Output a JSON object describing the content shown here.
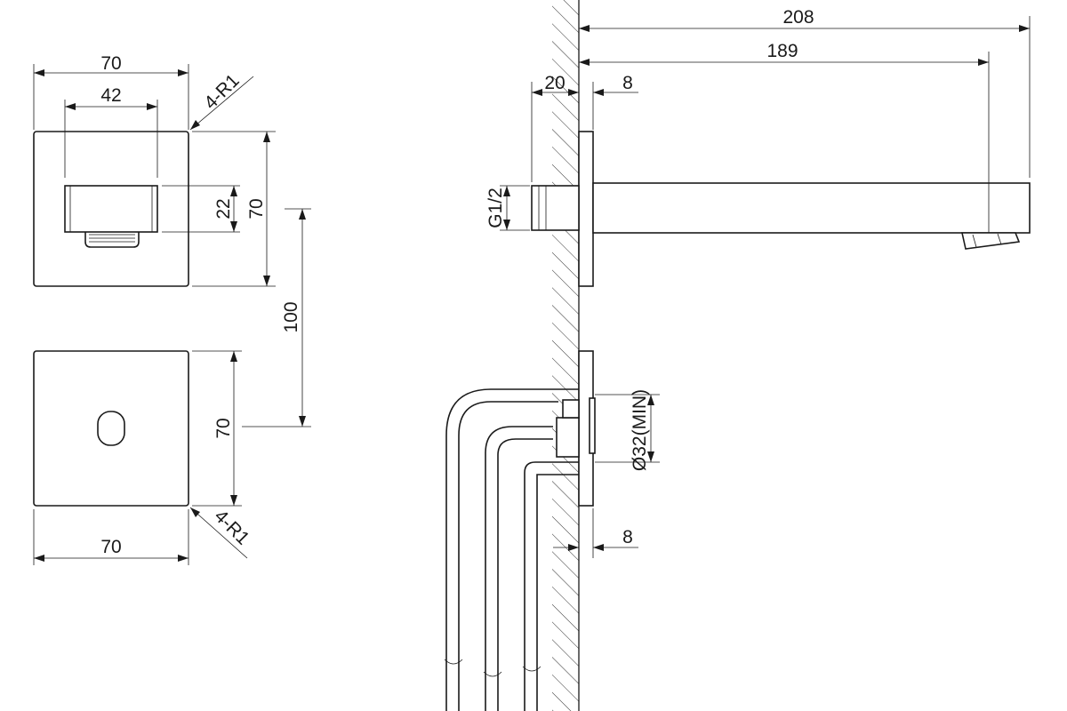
{
  "drawing": {
    "front_view": {
      "top_width": "70",
      "outlet_width": "42",
      "corner_radius_top": "4-R1",
      "outlet_height": "22",
      "plate_height_top": "70",
      "center_distance": "100",
      "plate_height_bottom": "70",
      "bottom_width": "70",
      "corner_radius_bottom": "4-R1"
    },
    "side_view": {
      "total_length": "208",
      "spout_length": "189",
      "wall_offset": "20",
      "plate_thickness_top": "8",
      "thread": "G1/2",
      "min_hole": "Ø32(MIN)",
      "plate_thickness_bottom": "8"
    }
  }
}
